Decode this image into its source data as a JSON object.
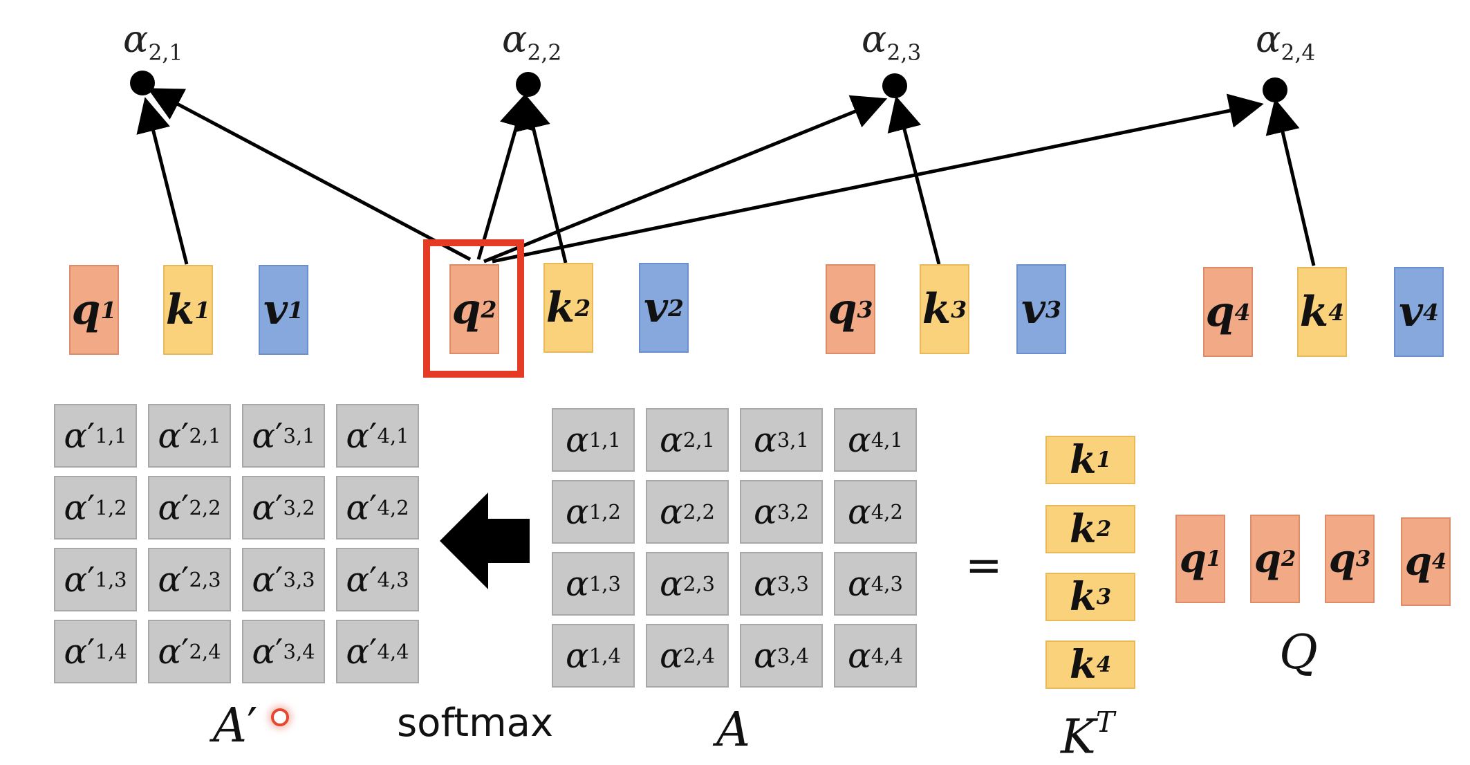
{
  "top_labels": [
    {
      "sym": "α",
      "sub": "2,1"
    },
    {
      "sym": "α",
      "sub": "2,2"
    },
    {
      "sym": "α",
      "sub": "2,3"
    },
    {
      "sym": "α",
      "sub": "2,4"
    }
  ],
  "vectors": [
    {
      "kind": "q",
      "sym": "q",
      "sup": "1"
    },
    {
      "kind": "k",
      "sym": "k",
      "sup": "1"
    },
    {
      "kind": "v",
      "sym": "v",
      "sup": "1"
    },
    {
      "kind": "q",
      "sym": "q",
      "sup": "2"
    },
    {
      "kind": "k",
      "sym": "k",
      "sup": "2"
    },
    {
      "kind": "v",
      "sym": "v",
      "sup": "2"
    },
    {
      "kind": "q",
      "sym": "q",
      "sup": "3"
    },
    {
      "kind": "k",
      "sym": "k",
      "sup": "3"
    },
    {
      "kind": "v",
      "sym": "v",
      "sup": "3"
    },
    {
      "kind": "q",
      "sym": "q",
      "sup": "4"
    },
    {
      "kind": "k",
      "sym": "k",
      "sup": "4"
    },
    {
      "kind": "v",
      "sym": "v",
      "sup": "4"
    }
  ],
  "highlighted_vector": "q2",
  "attention_prime_matrix": {
    "cells": [
      [
        "1,1",
        "2,1",
        "3,1",
        "4,1"
      ],
      [
        "1,2",
        "2,2",
        "3,2",
        "4,2"
      ],
      [
        "1,3",
        "2,3",
        "3,3",
        "4,3"
      ],
      [
        "1,4",
        "2,4",
        "3,4",
        "4,4"
      ]
    ],
    "symbol": "α",
    "prime": "′",
    "label": "A",
    "label_prime": "′"
  },
  "softmax_label": "softmax",
  "attention_matrix": {
    "cells": [
      [
        "1,1",
        "2,1",
        "3,1",
        "4,1"
      ],
      [
        "1,2",
        "2,2",
        "3,2",
        "4,2"
      ],
      [
        "1,3",
        "2,3",
        "3,3",
        "4,3"
      ],
      [
        "1,4",
        "2,4",
        "3,4",
        "4,4"
      ]
    ],
    "symbol": "α",
    "label": "A"
  },
  "equals": "=",
  "kt_column": {
    "items": [
      {
        "sym": "k",
        "sup": "1"
      },
      {
        "sym": "k",
        "sup": "2"
      },
      {
        "sym": "k",
        "sup": "3"
      },
      {
        "sym": "k",
        "sup": "4"
      }
    ],
    "label": "K",
    "label_sup": "T"
  },
  "q_row": {
    "items": [
      {
        "sym": "q",
        "sup": "1"
      },
      {
        "sym": "q",
        "sup": "2"
      },
      {
        "sym": "q",
        "sup": "3"
      },
      {
        "sym": "q",
        "sup": "4"
      }
    ],
    "label": "Q"
  },
  "colors": {
    "query": "#f2aa86",
    "key": "#fbd27c",
    "value": "#86a8dc",
    "cell": "#c8c8c8",
    "highlight": "#e53a23"
  }
}
